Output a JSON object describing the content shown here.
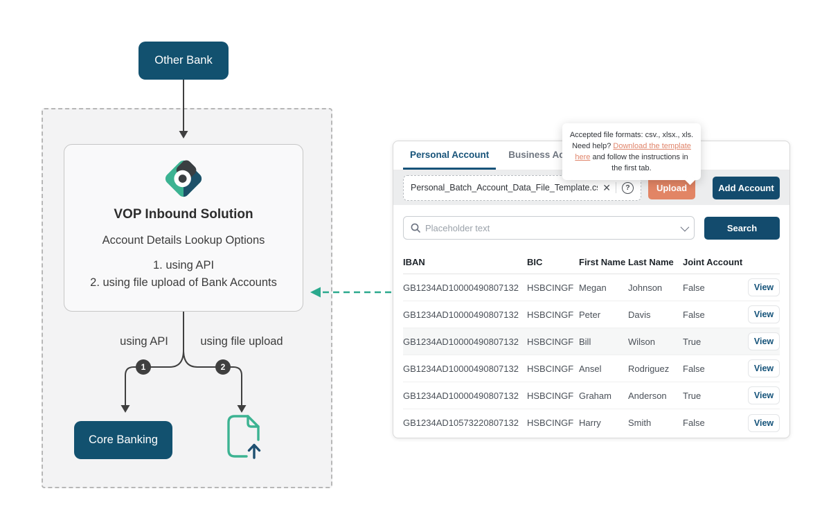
{
  "colors": {
    "navy": "#12516f",
    "panel-btn": "#134b6d",
    "salmon": "#e28565",
    "teal": "#33af90",
    "charcoal": "#3f3f3f",
    "link": "#e0846a"
  },
  "diagram": {
    "other_bank_label": "Other Bank",
    "vop": {
      "logo_icon": "vop-diamond-logo",
      "title": "VOP Inbound Solution",
      "subtitle": "Account Details Lookup Options",
      "option1": "1. using API",
      "option2": "2. using file upload of Bank Accounts"
    },
    "branch_left_label": "using API",
    "branch_right_label": "using file upload",
    "badge1": "1",
    "badge2": "2",
    "core_banking_label": "Core Banking",
    "file_upload_icon": "file-upload-icon"
  },
  "panel": {
    "tabs": [
      {
        "label": "Personal Account",
        "active": true
      },
      {
        "label": "Business Account",
        "active": false
      }
    ],
    "tooltip": {
      "text_before": "Accepted file formats: csv., xlsx., xls. Need help? ",
      "link_text": "Download the template here",
      "text_after": " and follow the instructions in the first tab."
    },
    "upload": {
      "filename": "Personal_Batch_Account_Data_File_Template.csv",
      "clear_glyph": "✕",
      "help_glyph": "?",
      "upload_label": "Upload",
      "add_account_label": "Add Account"
    },
    "search": {
      "placeholder": "Placeholder text",
      "search_icon": "magnifier",
      "chevron_icon": "chevron-down",
      "button_label": "Search"
    },
    "table": {
      "columns": [
        "IBAN",
        "BIC",
        "First Name",
        "Last Name",
        "Joint Account"
      ],
      "highlighted_row_index": 2,
      "rows": [
        {
          "iban": "GB1234AD10000490807132",
          "bic": "HSBCINGF",
          "first_name": "Megan",
          "last_name": "Johnson",
          "joint": "False",
          "action": "View"
        },
        {
          "iban": "GB1234AD10000490807132",
          "bic": "HSBCINGF",
          "first_name": "Peter",
          "last_name": "Davis",
          "joint": "False",
          "action": "View"
        },
        {
          "iban": "GB1234AD10000490807132",
          "bic": "HSBCINGF",
          "first_name": "Bill",
          "last_name": "Wilson",
          "joint": "True",
          "action": "View"
        },
        {
          "iban": "GB1234AD10000490807132",
          "bic": "HSBCINGF",
          "first_name": "Ansel",
          "last_name": "Rodriguez",
          "joint": "False",
          "action": "View"
        },
        {
          "iban": "GB1234AD10000490807132",
          "bic": "HSBCINGF",
          "first_name": "Graham",
          "last_name": "Anderson",
          "joint": "True",
          "action": "View"
        },
        {
          "iban": "GB1234AD10573220807132",
          "bic": "HSBCINGF",
          "first_name": "Harry",
          "last_name": "Smith",
          "joint": "False",
          "action": "View"
        }
      ]
    }
  }
}
